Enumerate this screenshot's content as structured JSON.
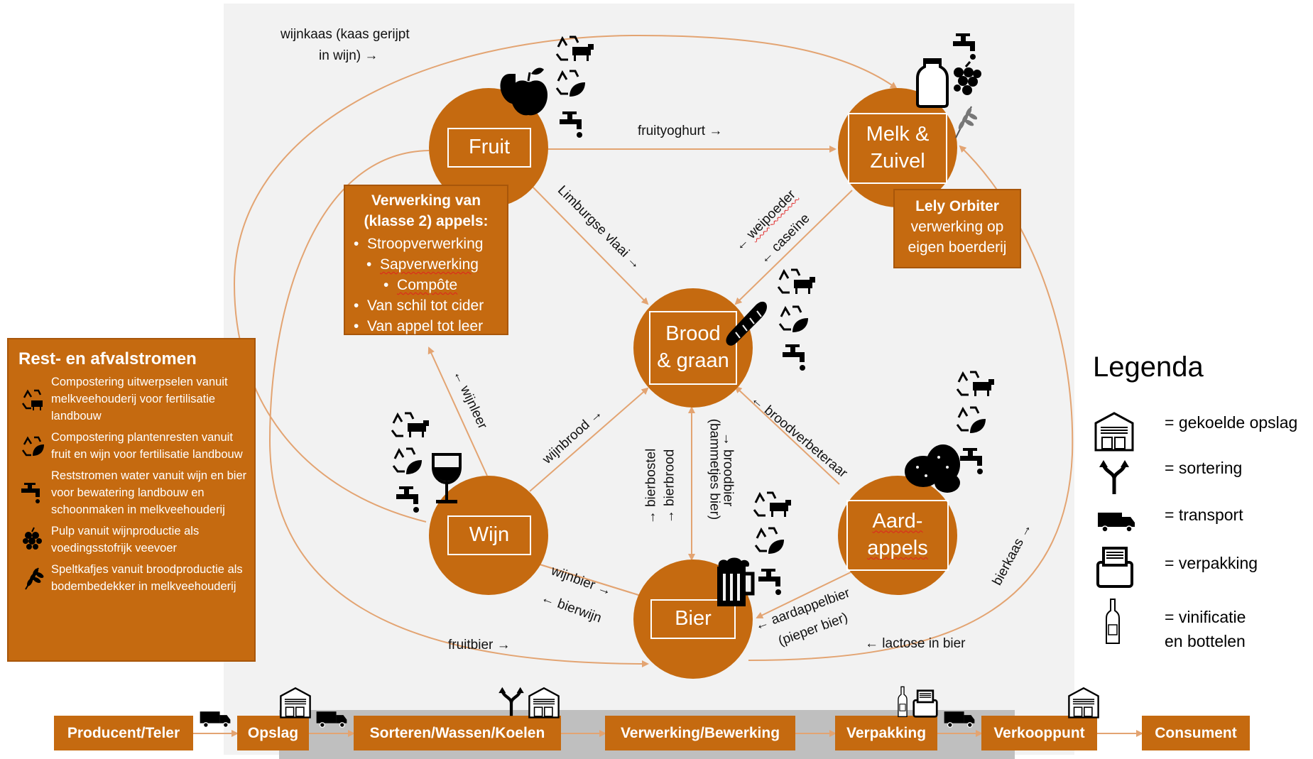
{
  "nodes": {
    "fruit": {
      "label": "Fruit"
    },
    "melk": {
      "label_line1": "Melk &",
      "label_line2": "Zuivel"
    },
    "brood": {
      "label_line1": "Brood",
      "label_line2": "& graan"
    },
    "wijn": {
      "label": "Wijn"
    },
    "aardappels": {
      "label_line1": "Aard-",
      "label_line2": "appels"
    },
    "bier": {
      "label": "Bier"
    }
  },
  "flows": {
    "wijnkaas_1": "wijnkaas (kaas gerijpt",
    "wijnkaas_2": "in wijn) →",
    "fruityoghurt": "fruityoghurt →",
    "limburgse_vlaai": "Limburgse vlaai →",
    "weipoeder": "weipoeder",
    "caseine": "← caseïne",
    "weipoeder_arrow": "←",
    "wijnleer": "← wijnleer",
    "wijnbrood": "wijnbrood →",
    "bierbostel": "→ bierbostel",
    "bierbrood": "→ bierbrood",
    "broodbier_1": "→ broodbier",
    "broodbier_2": "(bammetjes bier)",
    "broodverbeteraar": "← broodverbeteraar",
    "wijnbier": "wijnbier →",
    "bierwijn": "← bierwijn",
    "fruitbier": "fruitbier →",
    "aardappelbier_1": "← aardappelbier",
    "aardappelbier_2": "(pieper bier)",
    "lactose": "← lactose in bier",
    "bierkaas": "bierkaas →"
  },
  "apple_box": {
    "title_1": "Verwerking van",
    "title_2": "(klasse 2) appels:",
    "items": [
      "Stroopverwerking",
      "Sapverwerking",
      "Compôte",
      "Van schil tot cider",
      "Van appel tot leer"
    ]
  },
  "lely_box": {
    "title": "Lely Orbiter",
    "line_1": "verwerking op",
    "line_2": "eigen boerderij"
  },
  "waste_box": {
    "title": "Rest- en afvalstromen",
    "items": [
      {
        "icon": "recycle-cow-icon",
        "text": "Compostering uitwerpselen vanuit melkveehouderij voor fertilisatie landbouw"
      },
      {
        "icon": "recycle-leaf-icon",
        "text": "Compostering plantenresten vanuit fruit en wijn voor fertilisatie landbouw"
      },
      {
        "icon": "faucet-icon",
        "text": "Reststromen water vanuit wijn en bier voor bewatering landbouw en schoonmaken in melkveehouderij"
      },
      {
        "icon": "grapes-icon",
        "text": "Pulp vanuit wijnproductie als voedingsstofrijk veevoer"
      },
      {
        "icon": "wheat-icon",
        "text": "Speltkafjes vanuit broodproductie als bodembedekker in melkveehouderij"
      }
    ]
  },
  "legend": {
    "title": "Legenda",
    "items": [
      {
        "icon": "warehouse-icon",
        "text": "= gekoelde opslag"
      },
      {
        "icon": "sorting-icon",
        "text": "= sortering"
      },
      {
        "icon": "truck-icon",
        "text": "= transport"
      },
      {
        "icon": "package-icon",
        "text": "= verpakking"
      },
      {
        "icon": "bottle-icon",
        "text_1": "= vinificatie",
        "text_2": "en bottelen"
      }
    ]
  },
  "chain": [
    "Producent/Teler",
    "Opslag",
    "Sorteren/Wassen/Koelen",
    "Verwerking/Bewerking",
    "Verpakking",
    "Verkooppunt",
    "Consument"
  ],
  "colors": {
    "node": "#c56a10",
    "line": "#e3a472",
    "panel": "#f2f2f2",
    "bar": "#bfbfbf"
  }
}
